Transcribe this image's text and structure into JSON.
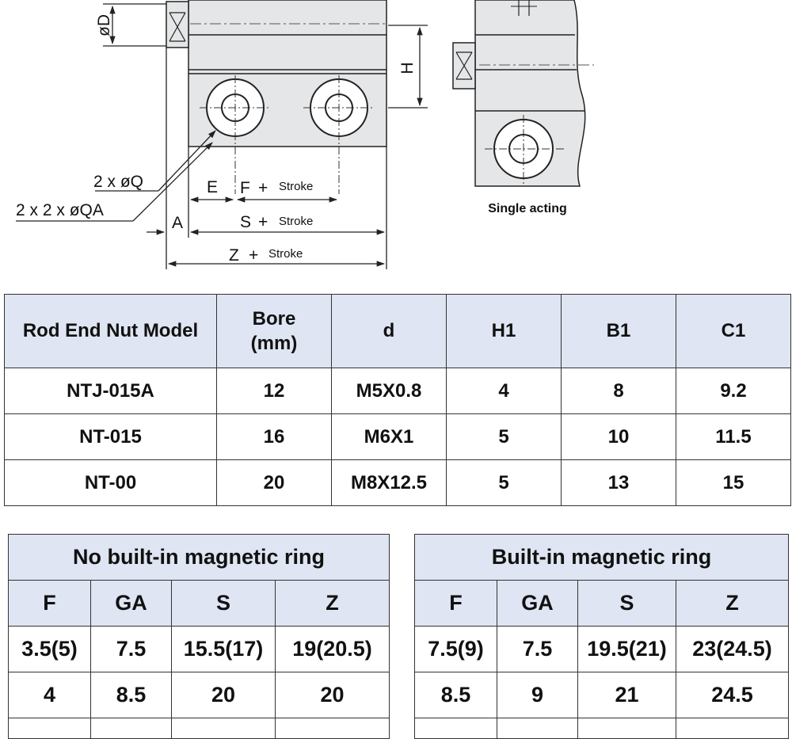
{
  "drawing": {
    "labels": {
      "d": "øD",
      "h": "H",
      "q": "2 x øQ",
      "qa": "2 x 2 x øQA",
      "e": "E",
      "f": "F",
      "a": "A",
      "s": "S",
      "z": "Z",
      "plus": "+",
      "stroke": "Stroke"
    },
    "caption": "Single acting"
  },
  "nut_table": {
    "headers": [
      "Rod End Nut Model",
      "Bore\n(mm)",
      "d",
      "H1",
      "B1",
      "C1"
    ],
    "rows": [
      [
        "NTJ-015A",
        "12",
        "M5X0.8",
        "4",
        "8",
        "9.2"
      ],
      [
        "NT-015",
        "16",
        "M6X1",
        "5",
        "10",
        "11.5"
      ],
      [
        "NT-00",
        "20",
        "M8X12.5",
        "5",
        "13",
        "15"
      ]
    ]
  },
  "no_magnet_table": {
    "title": "No built-in magnetic ring",
    "headers": [
      "F",
      "GA",
      "S",
      "Z"
    ],
    "rows": [
      [
        "3.5(5)",
        "7.5",
        "15.5(17)",
        "19(20.5)"
      ],
      [
        "4",
        "8.5",
        "20",
        "20"
      ]
    ]
  },
  "magnet_table": {
    "title": "Built-in magnetic ring",
    "headers": [
      "F",
      "GA",
      "S",
      "Z"
    ],
    "rows": [
      [
        "7.5(9)",
        "7.5",
        "19.5(21)",
        "23(24.5)"
      ],
      [
        "8.5",
        "9",
        "21",
        "24.5"
      ]
    ]
  },
  "colors": {
    "header_bg": "#dfe5f2",
    "body_bg": "#ffffff",
    "cylinder_fill": "#e5e6e8",
    "line": "#222222"
  }
}
